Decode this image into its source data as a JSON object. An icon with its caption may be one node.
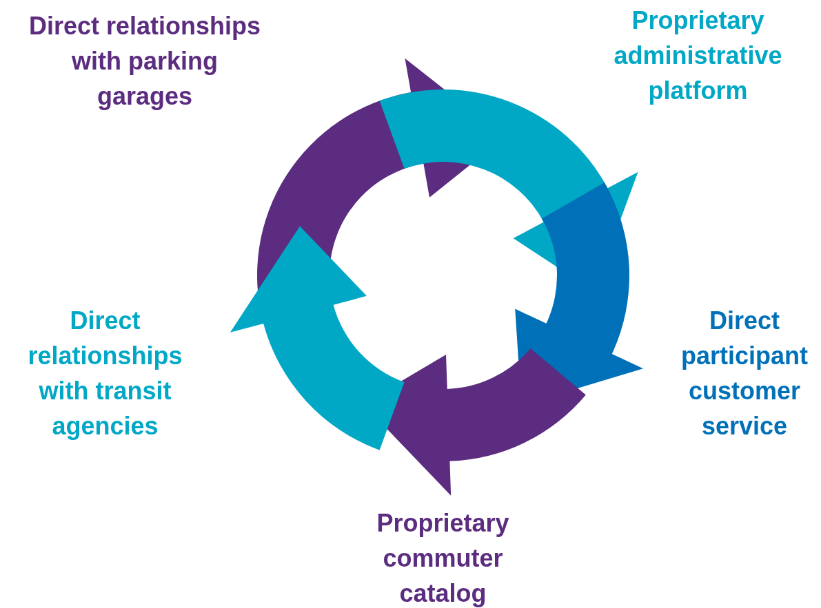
{
  "diagram": {
    "labels": [
      "Direct relationships with parking garages",
      "Proprietary administrative platform",
      "Direct participant customer service",
      "Proprietary commuter catalog",
      "Direct relationships with transit agencies"
    ]
  }
}
